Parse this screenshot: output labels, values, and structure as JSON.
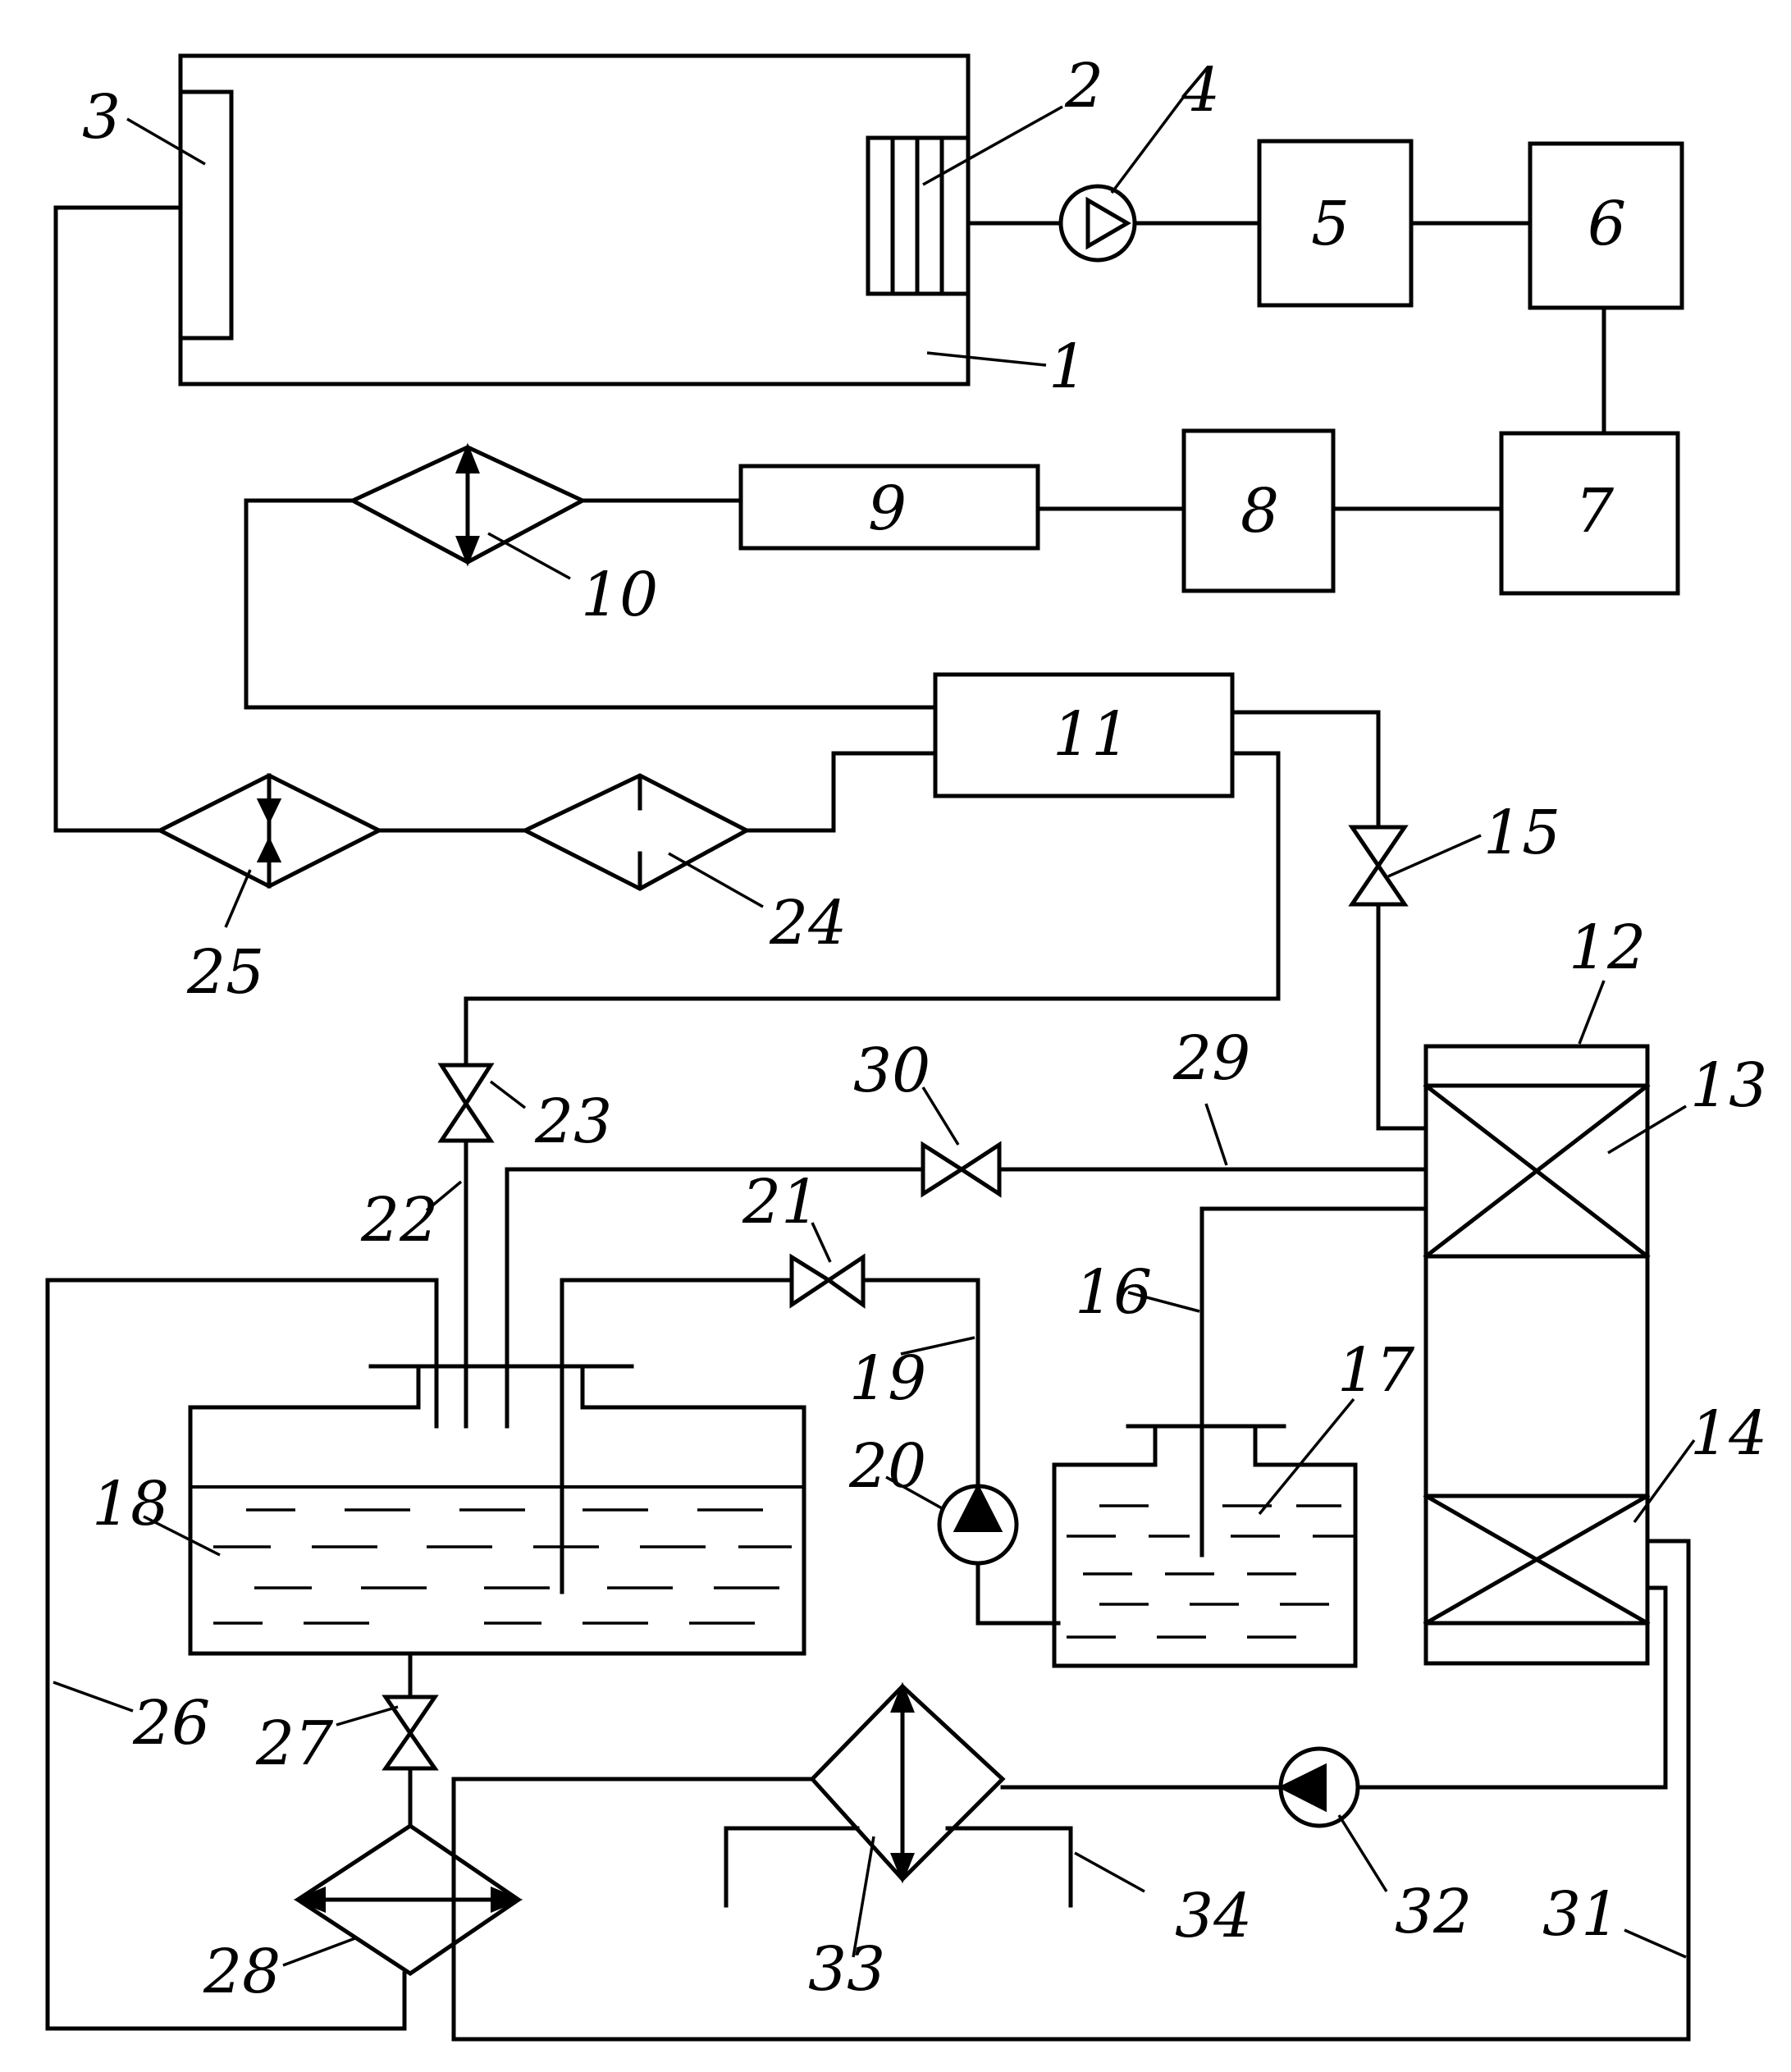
{
  "labels": {
    "l1": "1",
    "l2": "2",
    "l3": "3",
    "l4": "4",
    "l5": "5",
    "l6": "6",
    "l7": "7",
    "l8": "8",
    "l9": "9",
    "l10": "10",
    "l11": "11",
    "l12": "12",
    "l13": "13",
    "l14": "14",
    "l15": "15",
    "l16": "16",
    "l17": "17",
    "l18": "18",
    "l19": "19",
    "l20": "20",
    "l21": "21",
    "l22": "22",
    "l23": "23",
    "l24": "24",
    "l25": "25",
    "l26": "26",
    "l27": "27",
    "l28": "28",
    "l29": "29",
    "l30": "30",
    "l31": "31",
    "l32": "32",
    "l33": "33",
    "l34": "34"
  },
  "colors": {
    "line": "#000000",
    "background": "#ffffff"
  }
}
